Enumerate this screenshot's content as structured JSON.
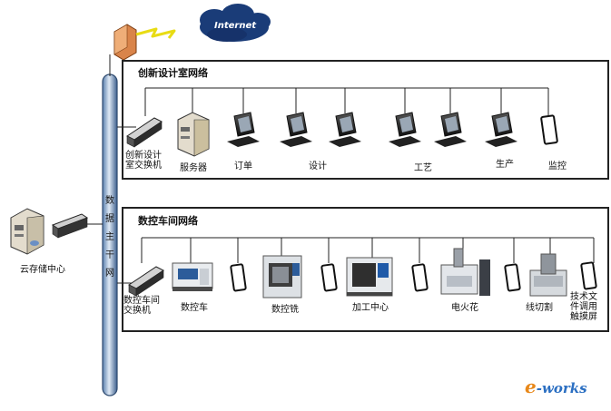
{
  "internet": "Internet",
  "backbone": "数据主干网",
  "cloud_center": "云存储中心",
  "design_network": {
    "title": "创新设计室网络",
    "switch": "创新设计室交换机",
    "server": "服务器",
    "order": "订单",
    "design": "设计",
    "process": "工艺",
    "production": "生产",
    "monitor": "监控"
  },
  "cnc_network": {
    "title": "数控车间网络",
    "switch": "数控车间交换机",
    "lathe": "数控车",
    "mill": "数控铣",
    "machining_center": "加工中心",
    "edm": "电火花",
    "wire_cut": "线切割",
    "tech_doc": "技术文件调用触摸屏"
  },
  "logo": {
    "e": "e",
    "rest": "-works"
  }
}
